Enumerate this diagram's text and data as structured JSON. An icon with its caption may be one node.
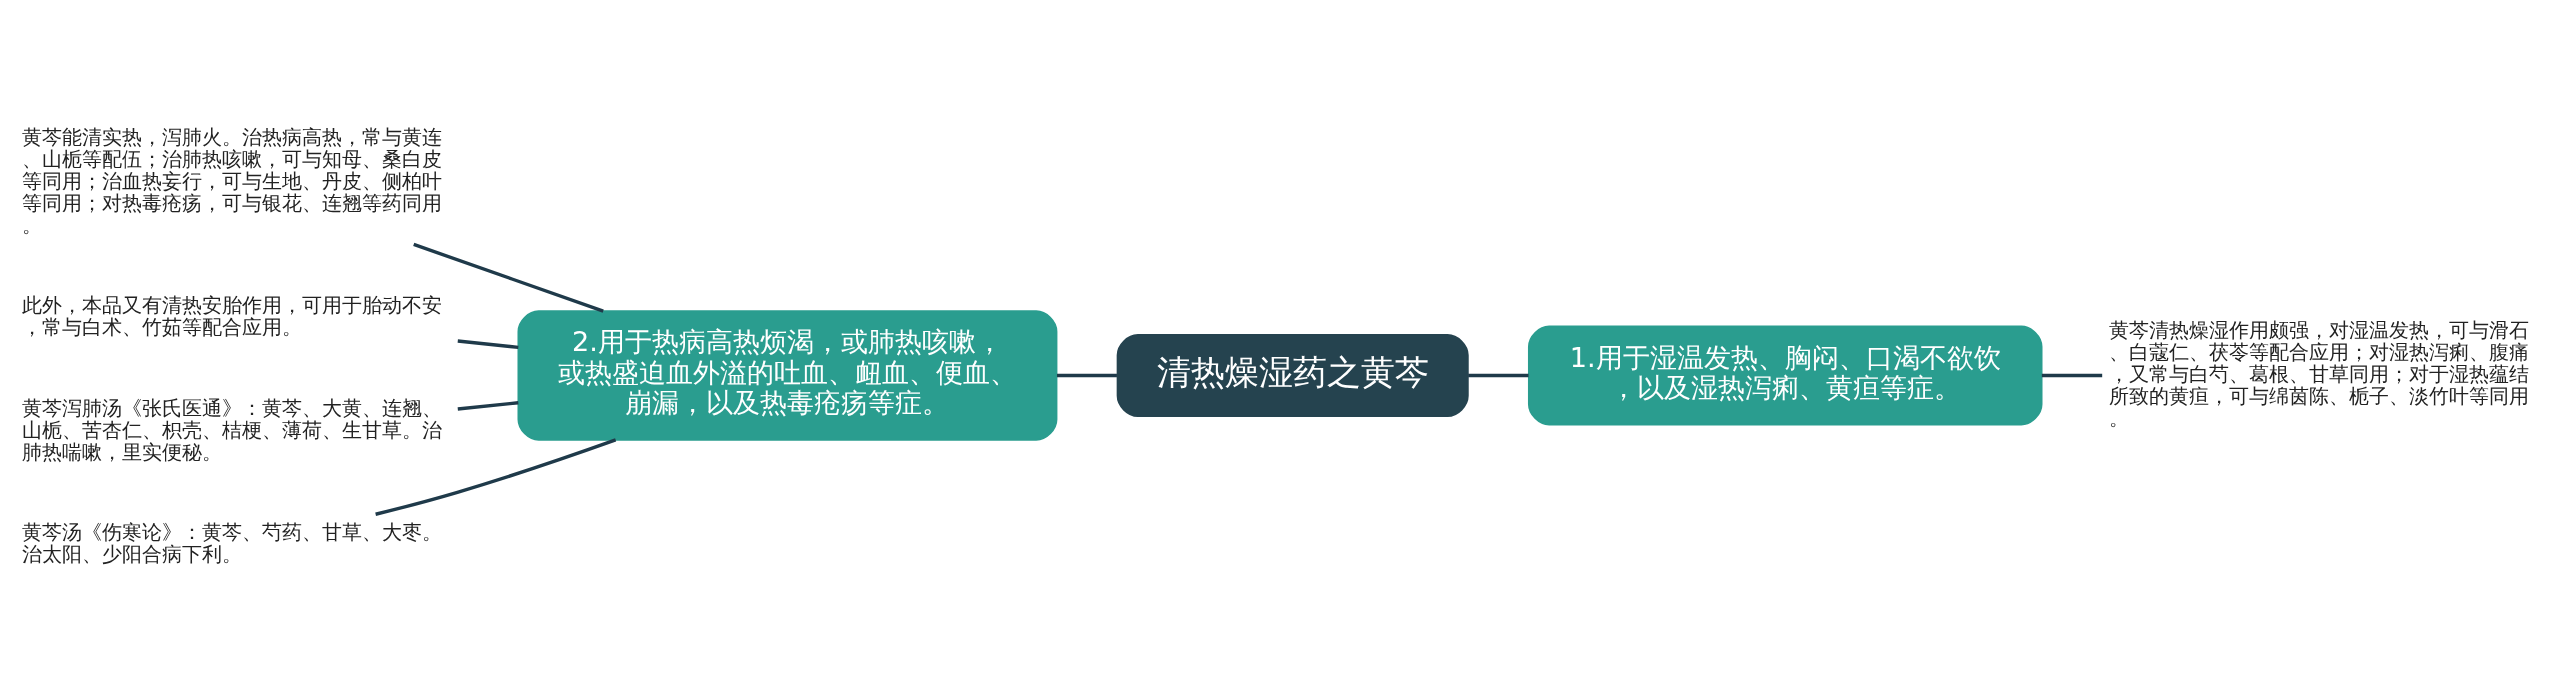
{
  "diagram": {
    "nodes": [
      {
        "text": [
          "清热燥湿药之黄芩"
        ]
      },
      {
        "text": [
          "1.用于湿温发热、胸闷、口渴不欲饮，以及湿热泻痢、黄疸等症。"
        ]
      },
      {
        "text": [
          "黄芩清热燥湿作用颇强，对湿温发热，可与滑石、白蔻仁、茯苓等配合应用；对湿热泻痢、腹痛，又常与白芍、葛根、甘草同用；对于湿热蕴结所致的黄疸，可与绵茵陈、栀子、淡竹叶等同用。"
        ]
      },
      {
        "text": [
          "2.用于热病高热烦渴，或肺热咳嗽，或热盛迫血外溢的吐血、衄血、便血、崩漏，以及热毒疮疡等症。"
        ]
      },
      {
        "text": [
          "黄芩能清实热，泻肺火。治热病高热，常与黄连、山栀等配伍；治肺热咳嗽，可与知母、桑白皮等同用；治血热妄行，可与生地、丹皮、侧柏叶等同用；对热毒疮疡，可与银花、连翘等药同用。"
        ]
      },
      {
        "text": [
          "此外，本品又有清热安胎作用，可用于胎动不安，常与白术、竹茹等配合应用。"
        ]
      },
      {
        "text": [
          "黄芩泻肺汤《张氏医通》：黄芩、大黄、连翘、山栀、苦杏仁、枳壳、桔梗、薄荷、生甘草。治肺热喘嗽，里实便秘。"
        ]
      },
      {
        "text": [
          "黄芩汤《伤寒论》：黄芩、芍药、甘草、大枣。治太阳、少阳合病下利。"
        ]
      }
    ],
    "edges": [
      {
        "from": 0,
        "to": 1,
        "arrow": "none"
      },
      {
        "from": 1,
        "to": 2,
        "arrow": "none"
      },
      {
        "from": 0,
        "to": 3,
        "arrow": "none"
      },
      {
        "from": 3,
        "to": 4,
        "arrow": "none"
      },
      {
        "from": 3,
        "to": 5,
        "arrow": "none"
      },
      {
        "from": 3,
        "to": 6,
        "arrow": "none"
      },
      {
        "from": 3,
        "to": 7,
        "arrow": "none"
      }
    ]
  }
}
